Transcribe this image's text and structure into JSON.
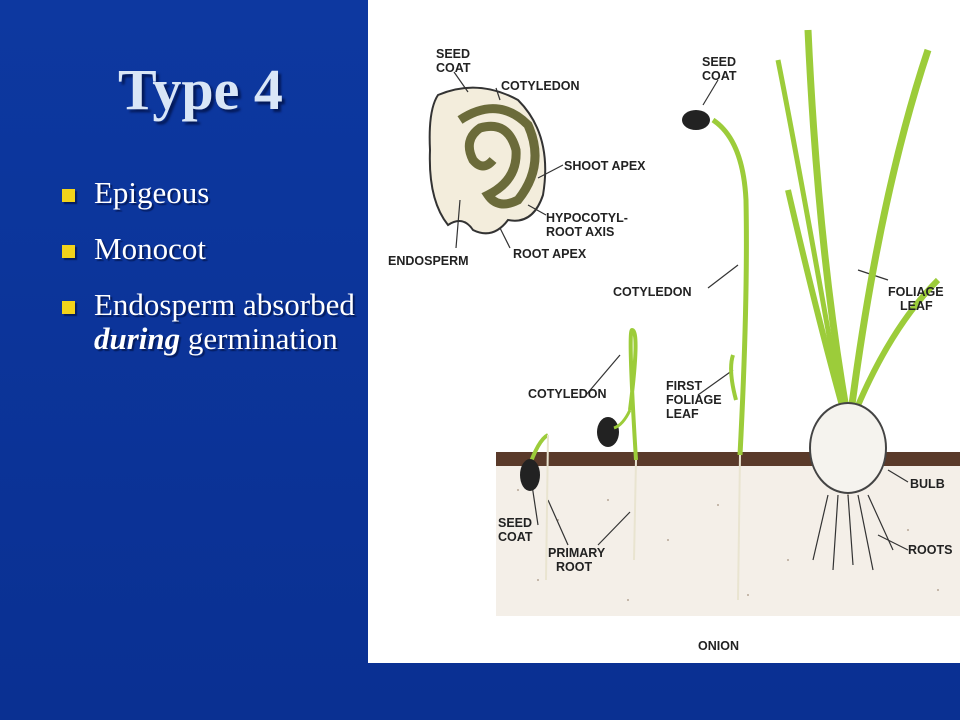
{
  "slide": {
    "title": "Type 4",
    "bullets": [
      {
        "text": "Epigeous"
      },
      {
        "text": "Monocot"
      },
      {
        "text_before": "Endosperm absorbed ",
        "emphasis": "during",
        "text_after": " germination"
      }
    ]
  },
  "figure": {
    "labels": {
      "seed_coat_top_1": "SEED",
      "seed_coat_top_2": "COAT",
      "cotyledon_top": "COTYLEDON",
      "shoot_apex": "SHOOT APEX",
      "hypocotyl_1": "HYPOCOTYL-",
      "hypocotyl_2": "ROOT AXIS",
      "endosperm": "ENDOSPERM",
      "root_apex": "ROOT APEX",
      "seed_coat_mid_1": "SEED",
      "seed_coat_mid_2": "COAT",
      "cotyledon_mid": "COTYLEDON",
      "cotyledon_left": "COTYLEDON",
      "first_foliage_1": "FIRST",
      "first_foliage_2": "FOLIAGE",
      "first_foliage_3": "LEAF",
      "foliage_leaf_1": "FOLIAGE",
      "foliage_leaf_2": "LEAF",
      "bulb": "BULB",
      "roots": "ROOTS",
      "seed_coat_bottom_1": "SEED",
      "seed_coat_bottom_2": "COAT",
      "primary_root_1": "PRIMARY",
      "primary_root_2": "ROOT",
      "onion": "ONION"
    },
    "colors": {
      "background": "#0b3497",
      "bullet": "#f2d31b",
      "plant_green": "#9ccc3a",
      "soil": "#5a3a2a"
    }
  }
}
